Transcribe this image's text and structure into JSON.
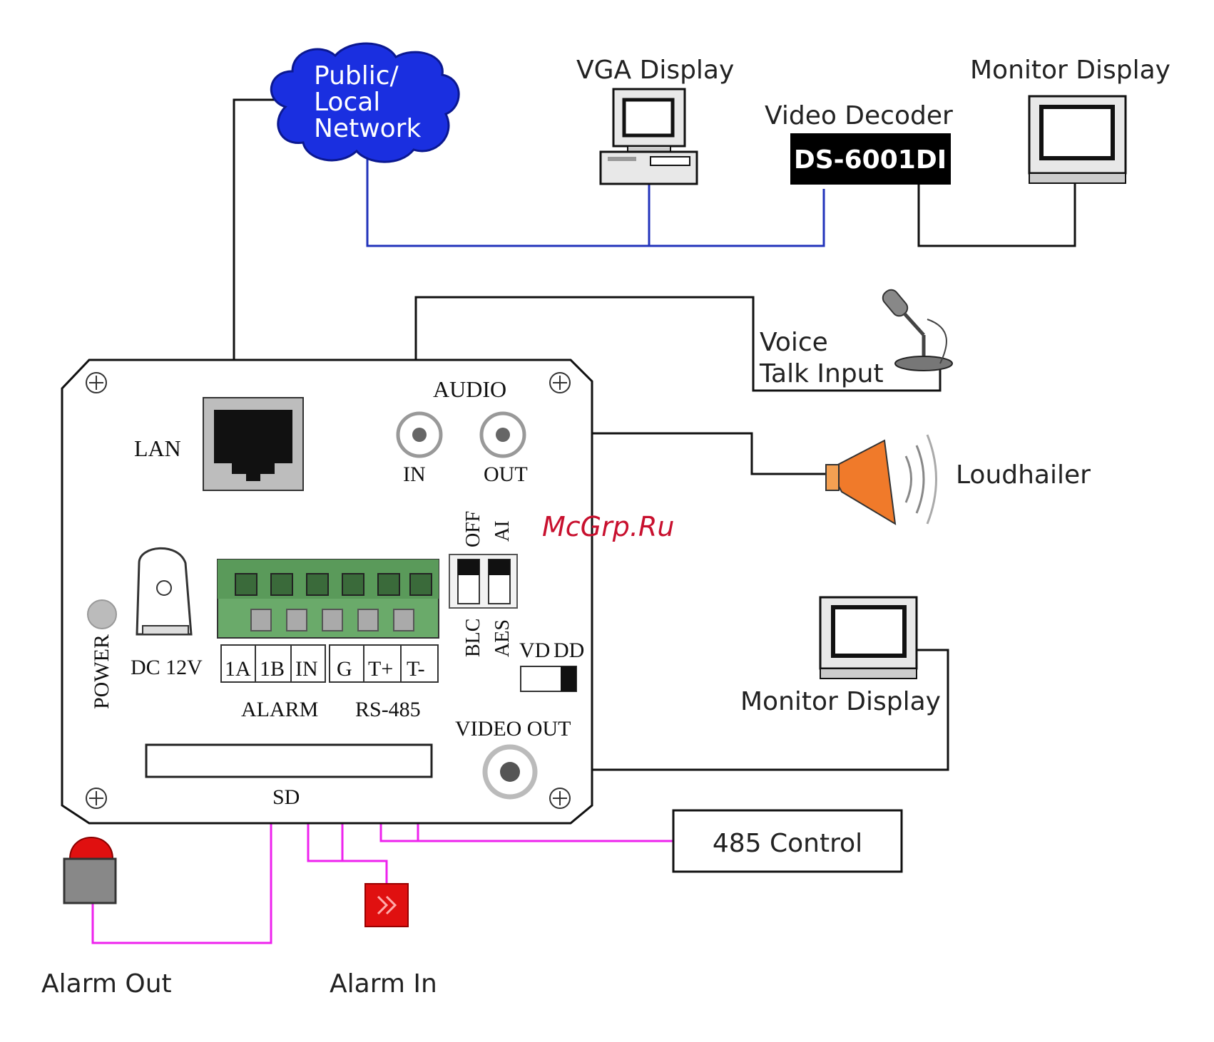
{
  "network": {
    "label_lines": [
      "Public/",
      "Local",
      "Network"
    ]
  },
  "vga_display": {
    "label": "VGA Display"
  },
  "video_decoder": {
    "label": "Video Decoder",
    "model": "DS-6001DI"
  },
  "monitor_top": {
    "label": "Monitor Display"
  },
  "voice_input": {
    "label_lines": [
      "Voice",
      "Talk Input"
    ]
  },
  "loudhailer": {
    "label": "Loudhailer"
  },
  "monitor_right": {
    "label": "Monitor Display"
  },
  "control_485": {
    "label": "485 Control"
  },
  "alarm_out": {
    "label": "Alarm Out"
  },
  "alarm_in": {
    "label": "Alarm In"
  },
  "watermark": {
    "text": "McGrp.Ru"
  },
  "camera": {
    "lan": "LAN",
    "audio": "AUDIO",
    "audio_in": "IN",
    "audio_out": "OUT",
    "power": "POWER",
    "dc": "DC 12V",
    "terminals": [
      "1A",
      "1B",
      "IN",
      "G",
      "T+",
      "T-"
    ],
    "alarm_group": "ALARM",
    "rs485_group": "RS-485",
    "switch_top": [
      "OFF",
      "AI"
    ],
    "switch_bottom": [
      "BLC",
      "AES"
    ],
    "vd": "VD",
    "dd": "DD",
    "video_out": "VIDEO OUT",
    "sd": "SD"
  },
  "colors": {
    "cloud": "#1a2fe0",
    "network_line": "#2233bb",
    "alarm_line": "#ee22ee",
    "wire": "#111111",
    "terminal_green": "#6aaa6a",
    "loudhailer": "#f07a2a"
  }
}
